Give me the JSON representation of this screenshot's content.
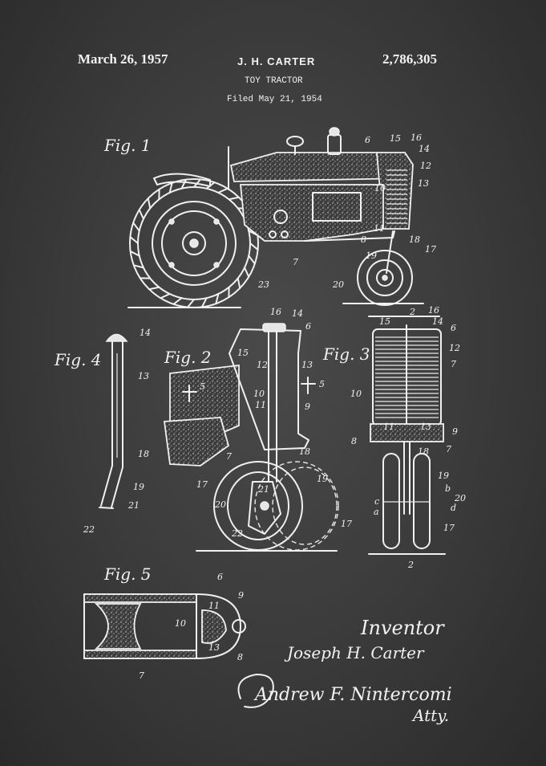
{
  "header": {
    "date": "March 26, 1957",
    "inventor_short": "J. H. CARTER",
    "patent_number": "2,786,305",
    "title": "TOY TRACTOR",
    "filed": "Filed May 21, 1954"
  },
  "figures": {
    "fig1": "Fig. 1",
    "fig2": "Fig. 2",
    "fig3": "Fig. 3",
    "fig4": "Fig. 4",
    "fig5": "Fig. 5"
  },
  "labels": {
    "fig1": [
      "6",
      "15",
      "16",
      "14",
      "12",
      "10",
      "13",
      "11",
      "8",
      "18",
      "17",
      "19",
      "20",
      "7",
      "23"
    ],
    "fig2": [
      "16",
      "14",
      "6",
      "15",
      "12",
      "13",
      "5",
      "5",
      "10",
      "9",
      "11",
      "7",
      "18",
      "17",
      "19",
      "21",
      "20",
      "22",
      "17"
    ],
    "fig3": [
      "2",
      "16",
      "15",
      "14",
      "6",
      "12",
      "7",
      "10",
      "11",
      "13",
      "9",
      "8",
      "7",
      "18",
      "19",
      "b",
      "c",
      "a",
      "20",
      "d",
      "17",
      "2"
    ],
    "fig4": [
      "14",
      "13",
      "18",
      "19",
      "21",
      "22"
    ],
    "fig5": [
      "6",
      "9",
      "11",
      "10",
      "13",
      "8",
      "7"
    ]
  },
  "signature": {
    "inventor_heading": "Inventor",
    "inventor_name": "Joseph H. Carter",
    "attorney_signature": "Andrew F. Nintercomi",
    "attorney_abbrev": "Atty."
  },
  "colors": {
    "background": "#3a3a3a",
    "ink": "#f0f0f0"
  }
}
